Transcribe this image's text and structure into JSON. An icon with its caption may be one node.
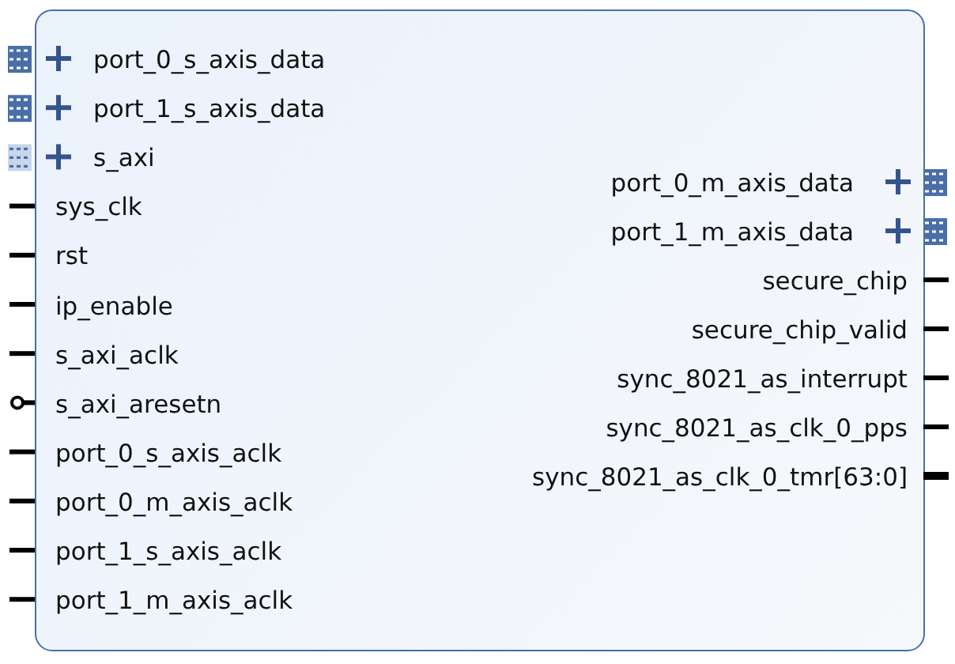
{
  "diagram": {
    "nodes": [
      {
        "text": [
          "port_0_s_axis_data",
          "port_1_s_axis_data",
          "s_axi",
          "sys_clk",
          "rst",
          "ip_enable",
          "s_axi_aclk",
          "s_axi_aresetn",
          "port_0_s_axis_aclk",
          "port_0_m_axis_aclk",
          "port_1_s_axis_aclk",
          "port_1_m_axis_aclk",
          "port_0_m_axis_data",
          "port_1_m_axis_data",
          "secure_chip",
          "secure_chip_valid",
          "sync_8021_as_interrupt",
          "sync_8021_as_clk_0_pps",
          "sync_8021_as_clk_0_tmr[63:0]"
        ]
      }
    ]
  }
}
